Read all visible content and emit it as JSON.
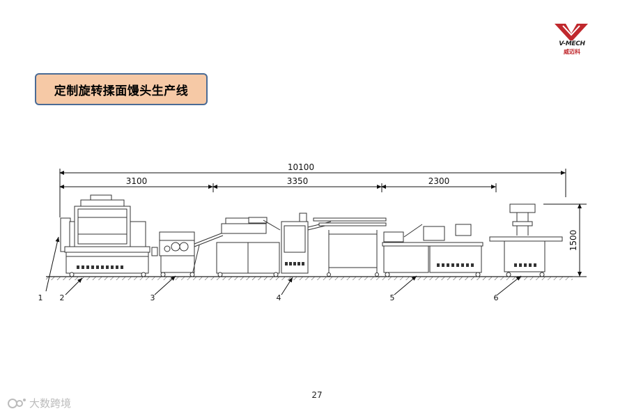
{
  "title": "定制旋转揉面馒头生产线",
  "logo": {
    "name": "V-MECH",
    "sub": "威迈科",
    "colors": {
      "red": "#c0282d",
      "dark": "#222222"
    }
  },
  "page_number": "27",
  "watermark": "大数跨境",
  "dimensions": {
    "total": "10100",
    "segment_1": "3100",
    "segment_2": "3350",
    "segment_3": "2300",
    "height": "1500"
  },
  "callouts": [
    "1",
    "2",
    "3",
    "4",
    "5",
    "6"
  ],
  "colors": {
    "title_fill": "#f6c9a6",
    "title_border": "#4a6b95",
    "line": "#333333"
  }
}
